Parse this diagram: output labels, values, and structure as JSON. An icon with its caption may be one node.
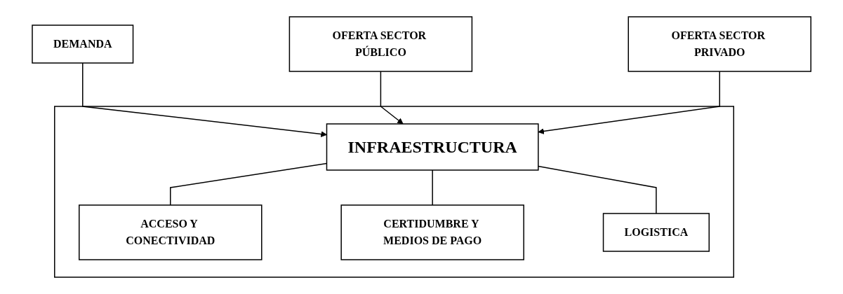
{
  "diagram": {
    "nodes": [
      {
        "text": [
          "DEMANDA"
        ]
      },
      {
        "text": [],
        "shape": "box"
      },
      {
        "text": [
          "INFRAESTRUCTURA"
        ],
        "in": 1
      },
      {
        "text": [
          "OFERTA SECTOR PÚBLICO"
        ]
      },
      {
        "text": [
          "OFERTA SECTOR PRIVADO"
        ]
      },
      {
        "text": [
          "ACCESO Y CONECTIVIDAD"
        ],
        "in": 1
      },
      {
        "text": [
          "CERTIDUMBRE Y MEDIOS DE PAGO"
        ],
        "in": 1
      },
      {
        "text": [
          "LOGISTICA"
        ],
        "in": 1
      }
    ],
    "edges": [
      {
        "from": 0,
        "to": 2,
        "arrow": "to"
      },
      {
        "from": 3,
        "to": 2,
        "arrow": "to"
      },
      {
        "from": 4,
        "to": 2,
        "arrow": "to"
      },
      {
        "from": 2,
        "to": 5,
        "arrow": "none"
      },
      {
        "from": 2,
        "to": 6,
        "arrow": "none"
      },
      {
        "from": 2,
        "to": 7,
        "arrow": "none"
      }
    ]
  }
}
